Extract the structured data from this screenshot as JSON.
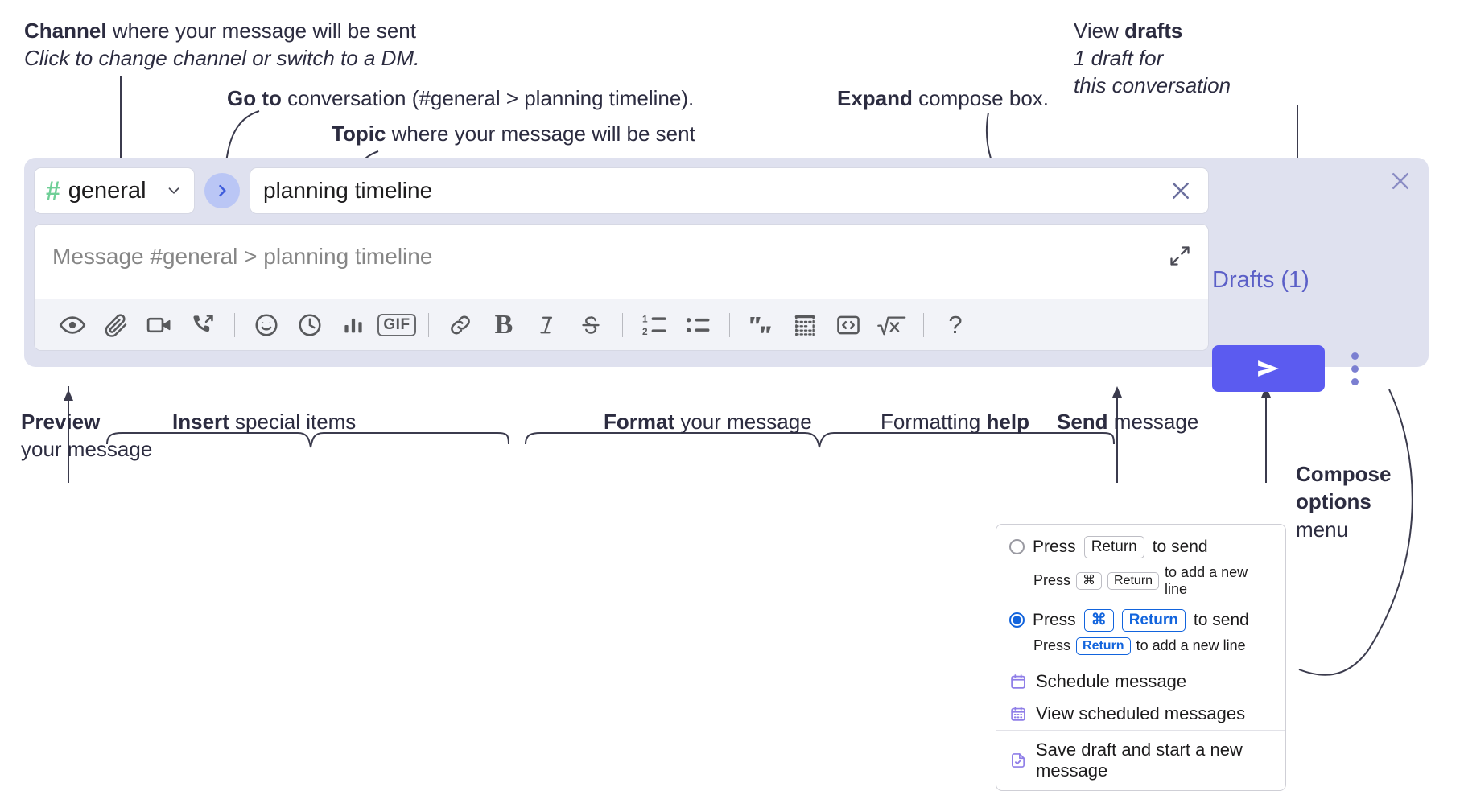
{
  "annotations": {
    "channel": {
      "line1_bold": "Channel",
      "line1_rest": " where your message will be sent",
      "line2": "Click to change channel or switch to a DM."
    },
    "goto": {
      "bold": "Go to",
      "rest": " conversation (#general > planning timeline)."
    },
    "topic": {
      "bold": "Topic",
      "rest": " where your message will be sent"
    },
    "expand": {
      "bold": "Expand",
      "rest": " compose box."
    },
    "drafts": {
      "line1_rest": "View ",
      "line1_bold": "drafts",
      "line2": "1 draft for",
      "line3": "this conversation"
    },
    "preview": {
      "line1_bold": "Preview",
      "line2": "your message"
    },
    "insert": {
      "bold": "Insert",
      "rest": " special items"
    },
    "format": {
      "bold": "Format",
      "rest": " your message"
    },
    "help": {
      "rest": "Formatting ",
      "bold": "help"
    },
    "send": {
      "bold": "Send",
      "rest": " message"
    },
    "compose_options": {
      "line1": "Compose",
      "line2": "options",
      "line3": "menu"
    }
  },
  "compose": {
    "channel_label": "general",
    "hash_glyph": "#",
    "topic_value": "planning timeline",
    "message_placeholder": "Message #general > planning timeline",
    "toolbar": [
      {
        "name": "preview-icon",
        "label": "Preview"
      },
      {
        "name": "attachment-icon",
        "label": "Attach file"
      },
      {
        "name": "video-icon",
        "label": "Record video clip"
      },
      {
        "name": "audio-call-icon",
        "label": "Record audio clip"
      },
      {
        "name": "separator",
        "label": ""
      },
      {
        "name": "emoji-icon",
        "label": "Emoji"
      },
      {
        "name": "clock-icon",
        "label": "Reminder"
      },
      {
        "name": "poll-icon",
        "label": "Poll"
      },
      {
        "name": "gif-icon",
        "label": "GIF"
      },
      {
        "name": "separator",
        "label": ""
      },
      {
        "name": "link-icon",
        "label": "Link"
      },
      {
        "name": "bold-icon",
        "label": "B"
      },
      {
        "name": "italic-icon",
        "label": "I"
      },
      {
        "name": "strikethrough-icon",
        "label": "S"
      },
      {
        "name": "separator",
        "label": ""
      },
      {
        "name": "ordered-list-icon",
        "label": "Ordered list"
      },
      {
        "name": "bulleted-list-icon",
        "label": "Bulleted list"
      },
      {
        "name": "separator",
        "label": ""
      },
      {
        "name": "blockquote-icon",
        "label": "Blockquote"
      },
      {
        "name": "code-block-icon",
        "label": "Code block"
      },
      {
        "name": "code-icon",
        "label": "Code"
      },
      {
        "name": "math-icon",
        "label": "Math"
      },
      {
        "name": "separator",
        "label": ""
      },
      {
        "name": "help-icon",
        "label": "?"
      }
    ]
  },
  "right_panel": {
    "drafts_label": "Drafts (1)",
    "close_icon": "close-icon",
    "send_icon": "send-icon",
    "kebab_icon": "more-options-icon"
  },
  "compose_menu": {
    "option1": {
      "pre": "Press",
      "key": "Return",
      "post": "to send",
      "sub_pre": "Press",
      "sub_key1": "⌘",
      "sub_key2": "Return",
      "sub_post": "to add a new line",
      "selected": false
    },
    "option2": {
      "pre": "Press",
      "key1": "⌘",
      "key2": "Return",
      "post": "to send",
      "sub_pre": "Press",
      "sub_key": "Return",
      "sub_post": "to add a new line",
      "selected": true
    },
    "items": [
      {
        "icon": "calendar-icon",
        "label": "Schedule message"
      },
      {
        "icon": "calendar-grid-icon",
        "label": "View scheduled messages"
      },
      {
        "icon": "save-draft-icon",
        "label": "Save draft and start a new message"
      }
    ]
  },
  "colors": {
    "panel_bg": "#dfe1ef",
    "accent_purple": "#5b5bf0",
    "drafts_text": "#5b5fc7",
    "hash_green": "#6fcf97",
    "goto_bg": "#bac6f5",
    "toolbar_bg": "#f2f3f8",
    "radio_blue": "#1264dd"
  }
}
